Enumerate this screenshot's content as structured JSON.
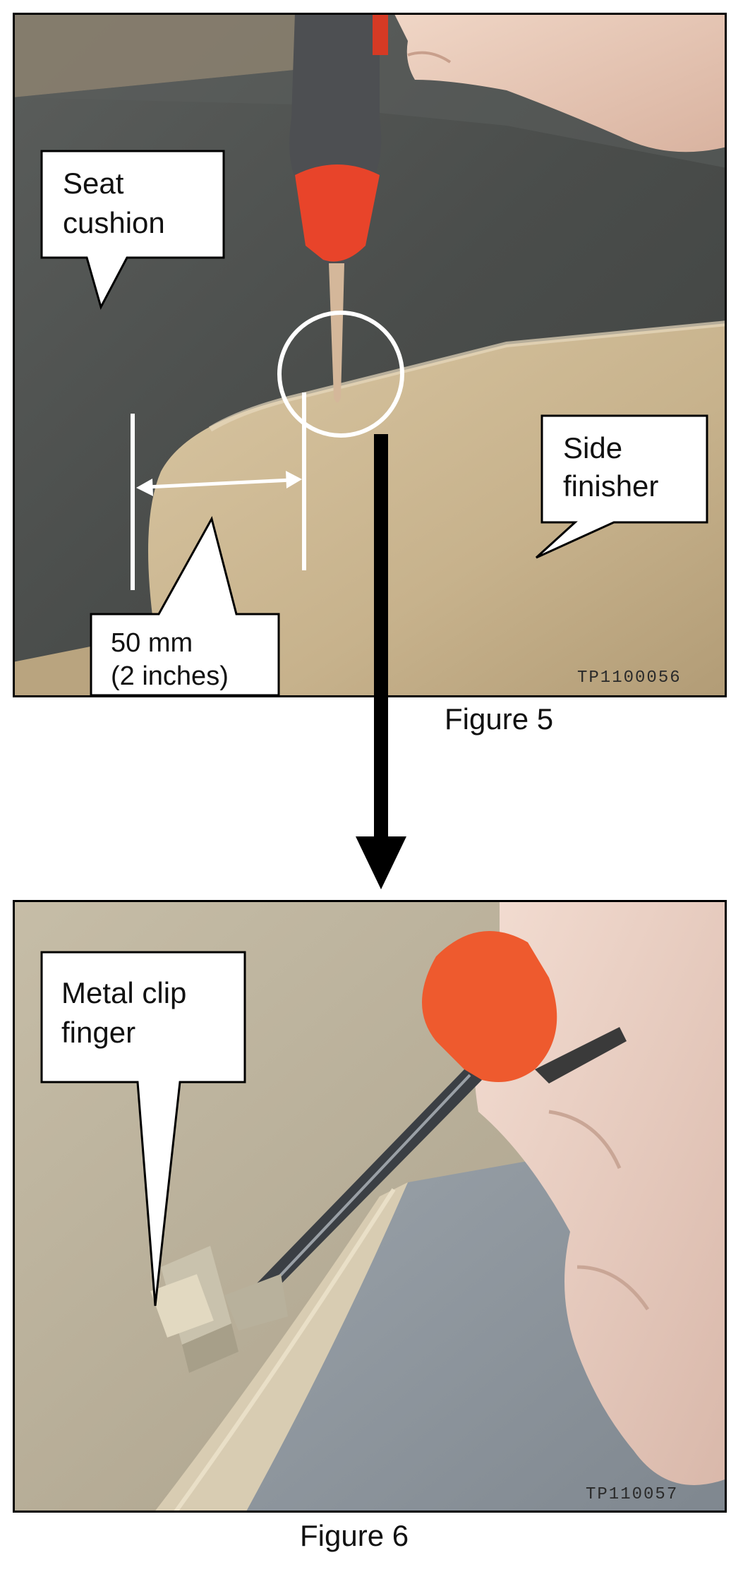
{
  "figure5": {
    "caption": "Figure 5",
    "image_code": "TP1100056",
    "callouts": {
      "seat_cushion": [
        "Seat",
        "cushion"
      ],
      "side_finisher": [
        "Side",
        "finisher"
      ],
      "measurement": [
        "50 mm",
        "(2 inches)"
      ]
    }
  },
  "figure6": {
    "caption": "Figure 6",
    "image_code": "TP110057",
    "callouts": {
      "metal_clip": [
        "Metal clip",
        "finger"
      ]
    }
  },
  "colors": {
    "seat_fabric": "#4a4d4b",
    "finisher_beige": "#c8b48f",
    "tool_red": "#e8442a",
    "panel_gray": "#8e9499",
    "arrow": "#000000"
  }
}
